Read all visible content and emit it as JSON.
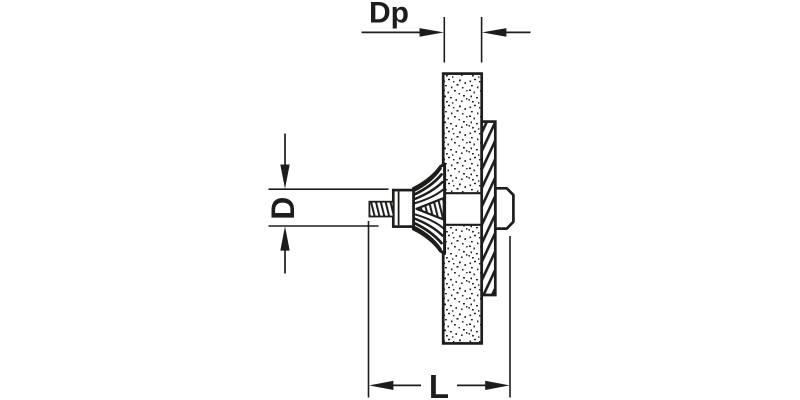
{
  "colors": {
    "ink": "#1d1d1b",
    "paper": "#ffffff"
  },
  "dimensions": {
    "panel_thickness_label": "Dp",
    "hole_diameter_label": "D",
    "anchor_length_label": "L"
  }
}
